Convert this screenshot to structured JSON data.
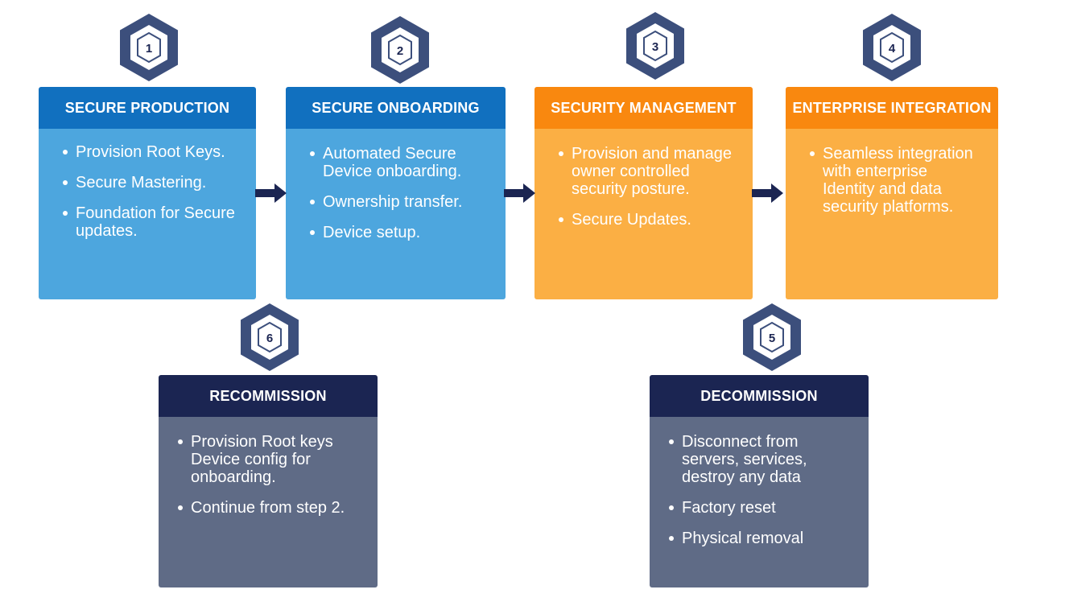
{
  "steps": [
    {
      "number": "1",
      "title": "SECURE PRODUCTION",
      "items": [
        "Provision Root Keys.",
        "Secure Mastering.",
        "Foundation for Secure updates."
      ]
    },
    {
      "number": "2",
      "title": "SECURE ONBOARDING",
      "items": [
        "Automated Secure Device onboarding.",
        "Ownership transfer.",
        "Device setup."
      ]
    },
    {
      "number": "3",
      "title": "SECURITY MANAGEMENT",
      "items": [
        "Provision and manage owner controlled security posture.",
        "Secure Updates."
      ]
    },
    {
      "number": "4",
      "title": "ENTERPRISE INTEGRATION",
      "items": [
        "Seamless integration with enterprise Identity and data security platforms."
      ]
    },
    {
      "number": "5",
      "title": "DECOMMISSION",
      "items": [
        "Disconnect from servers, services, destroy any data",
        "Factory reset",
        "Physical removal"
      ]
    },
    {
      "number": "6",
      "title": "RECOMMISSION",
      "items": [
        "Provision Root keys Device config for onboarding.",
        "Continue from step 2."
      ]
    }
  ],
  "colors": {
    "blue_header": "#1170bf",
    "blue_body": "#4da6de",
    "orange_header": "#f9880f",
    "orange_body": "#fbaf44",
    "navy_header": "#1b2552",
    "navy_body": "#5f6b86",
    "badge": "#3c4f7c",
    "arrow": "#1b2552"
  }
}
